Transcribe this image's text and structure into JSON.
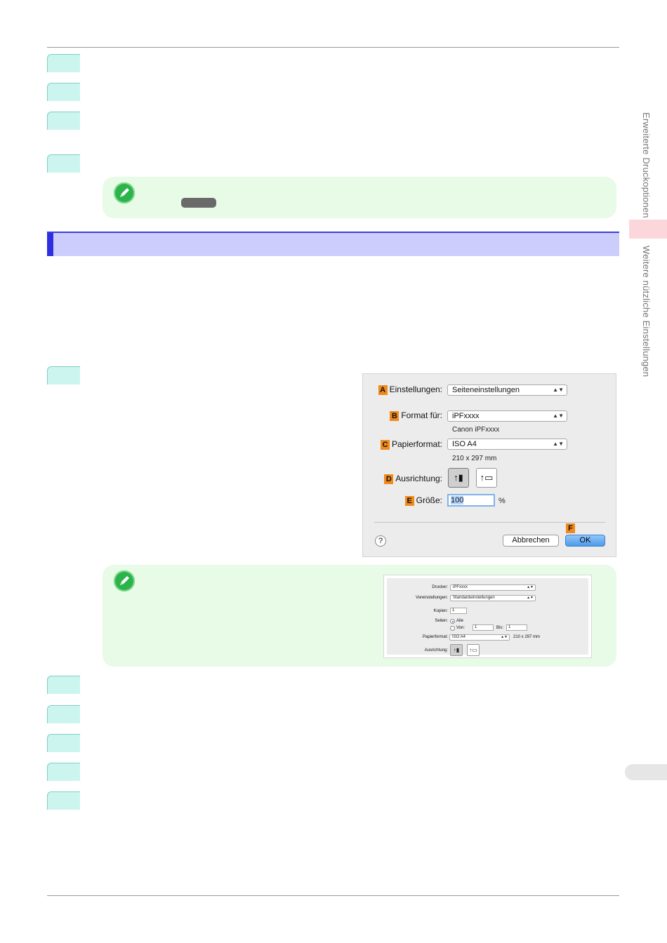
{
  "side_nav": {
    "section_1": "Erweiterte Druckoptionen",
    "section_2": "Weitere nützliche Einstellungen"
  },
  "dialog": {
    "settings": {
      "badge": "A",
      "label": "Einstellungen:",
      "value": "Seiteneinstellungen"
    },
    "format_for": {
      "badge": "B",
      "label": "Format für:",
      "value": "iPFxxxx",
      "sub": "Canon iPFxxxx"
    },
    "paper_format": {
      "badge": "C",
      "label": "Papierformat:",
      "value": "ISO A4",
      "sub": "210 x 297 mm"
    },
    "orientation": {
      "badge": "D",
      "label": "Ausrichtung:"
    },
    "scale": {
      "badge": "E",
      "label": "Größe:",
      "value": "100",
      "unit": "%"
    },
    "ok_badge": "F",
    "help_label": "?",
    "cancel_label": "Abbrechen",
    "ok_label": "OK"
  },
  "mini_dialog": {
    "printer_label": "Drucker:",
    "printer_value": "iPFxxxx",
    "presets_label": "Voreinstellungen:",
    "presets_value": "Standardeinstellungen",
    "copies_label": "Kopien:",
    "copies_value": "1",
    "pages_label": "Seiten:",
    "pages_all": "Alle",
    "pages_from": "Von:",
    "from_value": "1",
    "to_label": "Bis:",
    "to_value": "1",
    "paper_label": "Papierformat:",
    "paper_value": "ISO A4",
    "paper_size": "210 x 297 mm",
    "orientation_label": "Ausrichtung:"
  }
}
